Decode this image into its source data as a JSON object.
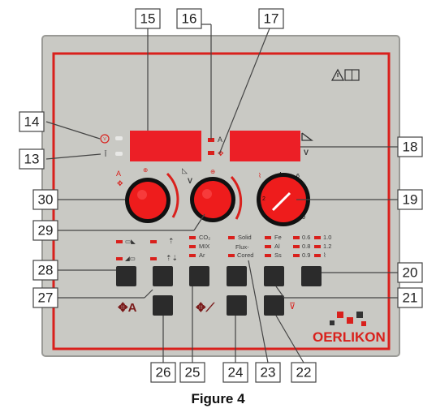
{
  "callouts": {
    "c13": "13",
    "c14": "14",
    "c15": "15",
    "c16": "16",
    "c17": "17",
    "c18": "18",
    "c19": "19",
    "c20": "20",
    "c21": "21",
    "c22": "22",
    "c23": "23",
    "c24": "24",
    "c25": "25",
    "c26": "26",
    "c27": "27",
    "c28": "28",
    "c29": "29",
    "c30": "30"
  },
  "panel": {
    "display_left_unit": "A",
    "display_right_unit": "V",
    "knob1_label_a": "A",
    "knob2_label_v": "V",
    "gas": [
      "CO₂",
      "MIX",
      "Ar"
    ],
    "wire": [
      "Solid",
      "Flux-",
      "Cored"
    ],
    "material": [
      "Fe",
      "Al",
      "Ss"
    ],
    "diameter_col1": [
      "0.6",
      "0.8",
      "0.9"
    ],
    "diameter_col2": [
      "1.0",
      "1.2"
    ],
    "inch_label_a": "A",
    "brand": "OERLIKON"
  },
  "caption": "Figure 4",
  "colors": {
    "panel": "#c9c9c4",
    "frame_red": "#d9201c",
    "knob_red": "#ee1c1c",
    "display_red": "#ec1f26",
    "button_dark": "#2b2b2b",
    "callout_line": "#444444"
  }
}
